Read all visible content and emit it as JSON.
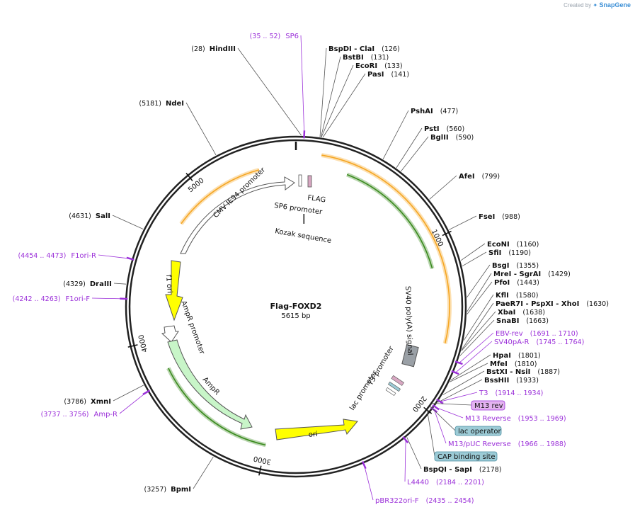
{
  "credit": {
    "prefix": "Created by",
    "brand": "SnapGene"
  },
  "plasmid": {
    "name": "Flag-FOXD2",
    "length": "5615 bp",
    "total_bp": 5615
  },
  "ticks": [
    "1000",
    "2000",
    "3000",
    "4000",
    "5000"
  ],
  "enzymes": [
    {
      "name": "HindIII",
      "pos": "(28)",
      "bp": 28
    },
    {
      "name": "BspDI  - ClaI",
      "pos": "(126)",
      "bp": 126
    },
    {
      "name": "BstBI",
      "pos": "(131)",
      "bp": 131
    },
    {
      "name": "EcoRI",
      "pos": "(133)",
      "bp": 133
    },
    {
      "name": "PasI",
      "pos": "(141)",
      "bp": 141
    },
    {
      "name": "PshAI",
      "pos": "(477)",
      "bp": 477
    },
    {
      "name": "PstI",
      "pos": "(560)",
      "bp": 560
    },
    {
      "name": "BglII",
      "pos": "(590)",
      "bp": 590
    },
    {
      "name": "AfeI",
      "pos": "(799)",
      "bp": 799
    },
    {
      "name": "FseI",
      "pos": "(988)",
      "bp": 988
    },
    {
      "name": "EcoNI",
      "pos": "(1160)",
      "bp": 1160
    },
    {
      "name": "SfiI",
      "pos": "(1190)",
      "bp": 1190
    },
    {
      "name": "BsgI",
      "pos": "(1355)",
      "bp": 1355
    },
    {
      "name": "MreI  - SgrAI",
      "pos": "(1429)",
      "bp": 1429
    },
    {
      "name": "PfoI",
      "pos": "(1443)",
      "bp": 1443
    },
    {
      "name": "KflI",
      "pos": "(1580)",
      "bp": 1580
    },
    {
      "name": "PaeR7I  - PspXI  - XhoI",
      "pos": "(1630)",
      "bp": 1630
    },
    {
      "name": "XbaI",
      "pos": "(1638)",
      "bp": 1638
    },
    {
      "name": "SnaBI",
      "pos": "(1663)",
      "bp": 1663
    },
    {
      "name": "HpaI",
      "pos": "(1801)",
      "bp": 1801
    },
    {
      "name": "MfeI",
      "pos": "(1810)",
      "bp": 1810
    },
    {
      "name": "BstXI  - NsiI",
      "pos": "(1887)",
      "bp": 1887
    },
    {
      "name": "BssHII",
      "pos": "(1933)",
      "bp": 1933
    },
    {
      "name": "BspQI  - SapI",
      "pos": "(2178)",
      "bp": 2178
    },
    {
      "name": "BpmI",
      "pos": "(3257)",
      "bp": 3257
    },
    {
      "name": "XmnI",
      "pos": "(3786)",
      "bp": 3786
    },
    {
      "name": "DraIII",
      "pos": "(4329)",
      "bp": 4329
    },
    {
      "name": "SalI",
      "pos": "(4631)",
      "bp": 4631
    },
    {
      "name": "NdeI",
      "pos": "(5181)",
      "bp": 5181
    }
  ],
  "primers": [
    {
      "name": "SP6",
      "pos": "(35 .. 52)",
      "bp": 43
    },
    {
      "name": "EBV-rev",
      "pos": "(1691 .. 1710)",
      "bp": 1700
    },
    {
      "name": "SV40pA-R",
      "pos": "(1745 .. 1764)",
      "bp": 1754
    },
    {
      "name": "T3",
      "pos": "(1914 .. 1934)",
      "bp": 1924
    },
    {
      "name": "M13 Reverse",
      "pos": "(1953 .. 1969)",
      "bp": 1961
    },
    {
      "name": "M13/pUC Reverse",
      "pos": "(1966 .. 1988)",
      "bp": 1977
    },
    {
      "name": "L4440",
      "pos": "(2184 .. 2201)",
      "bp": 2192
    },
    {
      "name": "pBR322ori-F",
      "pos": "(2435 .. 2454)",
      "bp": 2444
    },
    {
      "name": "Amp-R",
      "pos": "(3737 .. 3756)",
      "bp": 3746
    },
    {
      "name": "F1ori-F",
      "pos": "(4242 .. 4263)",
      "bp": 4252
    },
    {
      "name": "F1ori-R",
      "pos": "(4454 .. 4473)",
      "bp": 4463
    }
  ],
  "boxed_features": [
    {
      "name": "M13 rev",
      "fill": "#e3b3f0",
      "stroke": "#9b30d9"
    },
    {
      "name": "lac operator",
      "fill": "#9ccbd6",
      "stroke": "#4a8ca0"
    },
    {
      "name": "CAP binding site",
      "fill": "#9ccbd6",
      "stroke": "#4a8ca0"
    }
  ],
  "features": {
    "cmv": "CMV IE94 promoter",
    "flag": "FLAG",
    "sp6_promoter": "SP6 promoter",
    "kozak": "Kozak sequence",
    "sv40": "SV40 poly(A) signal",
    "t3_promoter": "T3 promoter",
    "lac_promoter": "lac promoter",
    "f1ori": "f1 ori",
    "ampr_promoter": "AmpR promoter",
    "ampr": "AmpR",
    "ori": "ori"
  },
  "colors": {
    "backbone": "#222222",
    "primer": "#9b30d9",
    "orange_arc": "#f5a623",
    "green_arc": "#3a8a1e",
    "yellow_feature": "#ffff00",
    "ampr_fill": "#c8f5c8",
    "sv40_fill": "#9aa0a6"
  }
}
